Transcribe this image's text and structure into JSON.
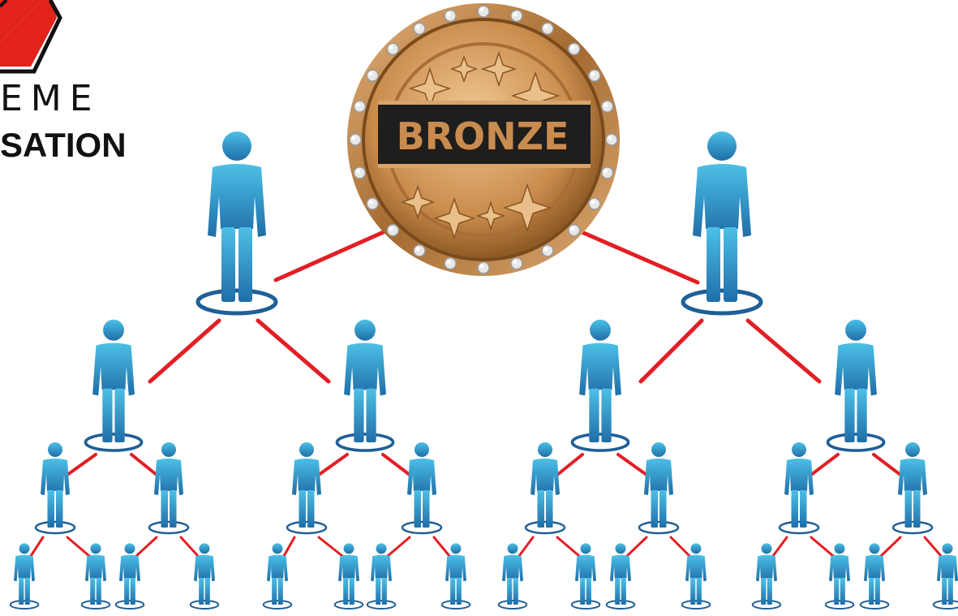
{
  "logo": {
    "line1": "EME",
    "line2": "SATION",
    "colors": {
      "red": "#e2231a",
      "dark": "#111111"
    }
  },
  "badge": {
    "label": "BRONZE",
    "colors": {
      "rim": "#b87a3a",
      "inner": "#d9a46a",
      "plate": "#1e1e1e"
    }
  },
  "hierarchy": {
    "levels": 5,
    "person_color": "#3a9fd0",
    "link_color": "#e31e24"
  }
}
